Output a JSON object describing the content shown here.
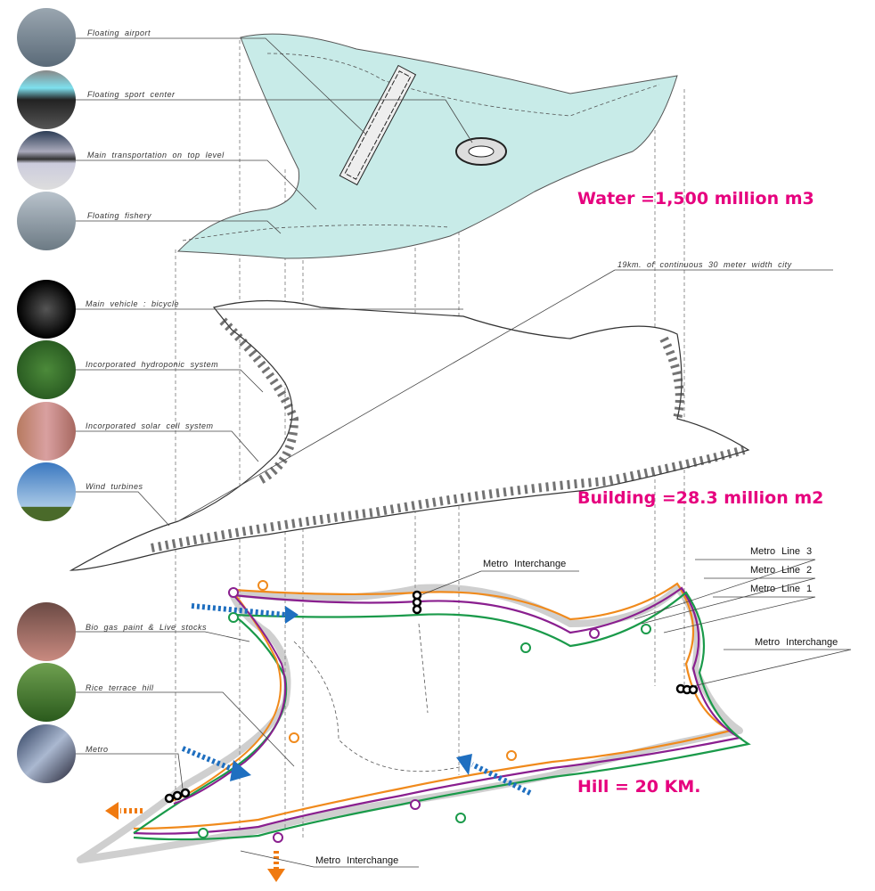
{
  "water_layer": {
    "labels": [
      "Floating airport",
      "Floating sport center",
      "Main transportation on top level",
      "Floating fishery"
    ],
    "quantity": "Water =1,500 million m3"
  },
  "building_layer": {
    "callout": "19km. of continuous 30 meter width city",
    "labels": [
      "Main vehicle : bicycle",
      "Incorporated hydroponic system",
      "Incorporated solar cell system",
      "Wind turbines"
    ],
    "quantity": "Building =28.3 million m2"
  },
  "hill_layer": {
    "labels": [
      "Bio gas paint & Live stocks",
      "Rice terrace hill",
      "Metro"
    ],
    "metro_lines": [
      "Metro Line 3",
      "Metro Line 2",
      "Metro Line 1"
    ],
    "interchanges": [
      "Metro Interchange",
      "Metro Interchange",
      "Metro Interchange"
    ],
    "quantity": "Hill = 20 KM."
  },
  "colors": {
    "accent": "#e6007e",
    "water": "#c8ebe8",
    "line1": "#1a9a4a",
    "line2": "#8a1f8f",
    "line3": "#f08a1c",
    "arrow_blue": "#1f6fc0",
    "arrow_orange": "#f07a10"
  }
}
